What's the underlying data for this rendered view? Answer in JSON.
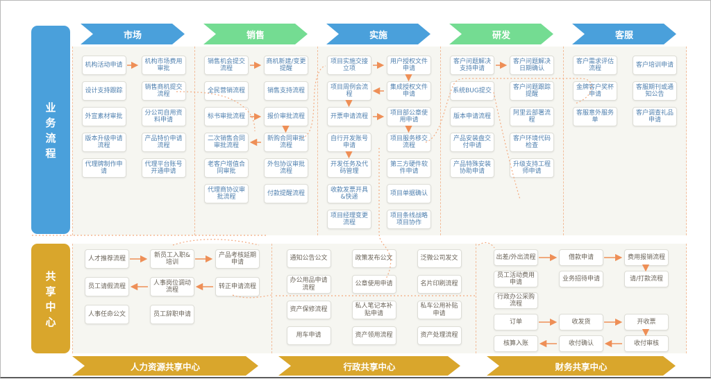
{
  "sidebars": {
    "business": "业务流程",
    "shared": "共享中心"
  },
  "colors": {
    "stage_blue": "#4aa0db",
    "stage_green": "#74dc92",
    "banner_gold": "#d9a62c",
    "arrow_orange": "#ee8f57",
    "dotted_orange": "#f3a97e",
    "panel_bg": "#f6f6f1",
    "box_text_top": "#4e7fae",
    "box_text_bottom": "#6a6358"
  },
  "columns": [
    {
      "title": "市场",
      "boxes": [
        "机构活动申请",
        "机构市场费用审批",
        "设计支持跟踪",
        "销售商机提交流程",
        "外宣素材审批",
        "分公司自用资料申请",
        "版本升级申请流程",
        "产品特价申请流程",
        "代理牌制作申请",
        "代理平台账号开通申请"
      ]
    },
    {
      "title": "销售",
      "boxes": [
        "销售机会提交流程",
        "商机新建/变更提醒",
        "全民营销流程",
        "销售支持流程",
        "标书审批流程",
        "报价审批流程",
        "二次销售合同审批流程",
        "新购合同审批流程",
        "老客户增值合同审批",
        "外包协议审批流程",
        "代理商协议审批流程",
        "付款提醒流程"
      ]
    },
    {
      "title": "实施",
      "boxes": [
        "项目实施交接立项",
        "用户授权文件申请",
        "项目周例会流程",
        "集成授权文件申请",
        "开票申请流程",
        "项目部公章使用申请",
        "自行开发账号申请",
        "项目服务移交流程",
        "开发任务及代码管理",
        "第三方硬件软件申请",
        "收款发票开具&快递",
        "项目单据确认",
        "项目经理变更流程",
        "项目条线战略项目协作"
      ]
    },
    {
      "title": "研发",
      "boxes": [
        "客户问题解决支持申请",
        "客户问题解决日期确认",
        "系统BUG提交",
        "客户问题跟踪提醒",
        "版本申请流程",
        "阿里云部署流程",
        "产品安装盘交付申请",
        "客户环境代码检查",
        "产品特殊安装协助申请",
        "升级支持工程师申请"
      ]
    },
    {
      "title": "客服",
      "boxes": [
        "客户需求评估流程",
        "客户培训申请",
        "金牌客户奖杯申请",
        "客服期刊或通知公告",
        "客服意外服务单",
        "客户调查礼品申请"
      ]
    }
  ],
  "groups": [
    {
      "title": "人力资源共享中心",
      "boxes": [
        "人才推荐流程",
        "新员工入职&培训",
        "产品考核延期申请",
        "员工请假流程",
        "人事岗位调动流程",
        "转正申请流程",
        "人事任命公文",
        "员工辞职申请"
      ]
    },
    {
      "title": "行政共享中心",
      "boxes": [
        "通知公告公文",
        "政策发布公文",
        "泛微公司发文",
        "办公用品申请流程",
        "公章使用申请",
        "名片印刷流程",
        "资产保修流程",
        "私人笔记本补贴申请",
        "私车公用补贴申请",
        "用车申请",
        "资产领用流程",
        "资产处理流程"
      ]
    },
    {
      "title": "财务共享中心",
      "boxes": [
        "出差/外出流程",
        "借款申请",
        "费用报销流程",
        "员工活动费用申请",
        "业务招待申请",
        "请/打款流程",
        "行政办公采购流程",
        "订单",
        "收发货",
        "开收票",
        "核算入账",
        "收付确认",
        "收付审核"
      ]
    }
  ]
}
